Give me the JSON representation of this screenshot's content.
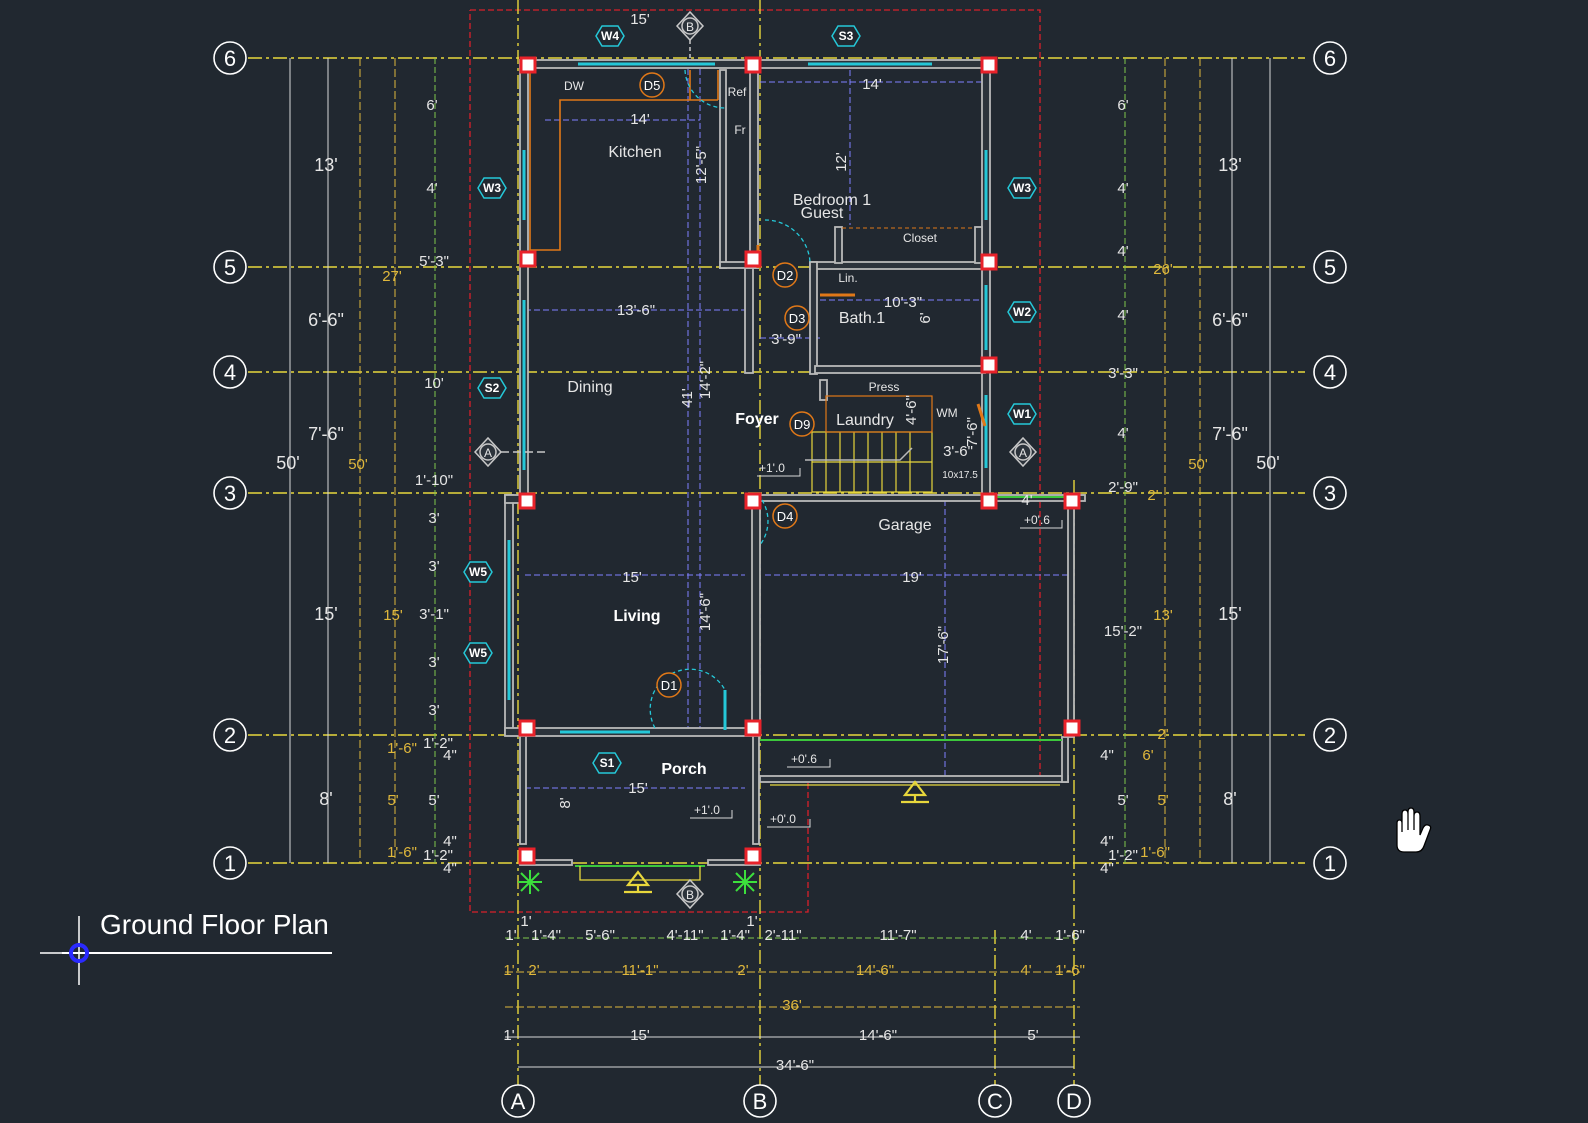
{
  "title": "Ground Floor Plan",
  "colors": {
    "background": "#212830",
    "wall": "#b9b9b9",
    "wall_fill": "#2c333b",
    "grid_line": "#e8d73c",
    "dim_white": "#e6e6e6",
    "dim_yellow": "#e0b83c",
    "dim_green": "#7ec84c",
    "window": "#25c8d8",
    "door": "#e07818",
    "column": "#e8222a",
    "plot_boundary": "#d8202a",
    "guide_purple": "#8080ff"
  },
  "grid": {
    "rows": [
      "6",
      "5",
      "4",
      "3",
      "2",
      "1"
    ],
    "columns": [
      "A",
      "B",
      "C",
      "D"
    ]
  },
  "section_markers": [
    "A",
    "B"
  ],
  "rooms": {
    "kitchen": "Kitchen",
    "bedroom": "Bedroom 1",
    "bedroom_sub": "Guest",
    "closet": "Closet",
    "linen": "Lin.",
    "bath": "Bath.1",
    "dining": "Dining",
    "foyer": "Foyer",
    "press": "Press",
    "laundry": "Laundry",
    "wm": "WM",
    "garage": "Garage",
    "living": "Living",
    "porch": "Porch",
    "dw": "DW",
    "ref": "Ref",
    "fr": "Fr",
    "stair_size": "10x17.5"
  },
  "doors": [
    "D5",
    "D2",
    "D3",
    "D9",
    "D4",
    "D1"
  ],
  "windows": [
    "W4",
    "S3",
    "W3",
    "W3",
    "W2",
    "S2",
    "W1",
    "W5",
    "W5",
    "S1"
  ],
  "levels": [
    "+1'.0",
    "+0'.6",
    "+0'.6",
    "+1'.0",
    "+0'.0"
  ],
  "inner_dims": {
    "w4": "15'",
    "kitchen_w": "14'",
    "bedroom_w": "14'",
    "kitchen_h": "12'-5\"",
    "bedroom_h": "12'",
    "dining_w": "13'-6\"",
    "bath_w": "10'-3\"",
    "bath_h": "6'",
    "foyer_w": "3'-9\"",
    "overall_v": "41'",
    "dining_h": "14'-2\"",
    "laundry_h": "4'-6\"",
    "stair_h": "7'-6\"",
    "stair_w": "3'-6\"",
    "garage_top": "4'",
    "living_w": "15'",
    "garage_w": "19'",
    "living_h": "14'-6\"",
    "garage_h": "17'-6\"",
    "porch_w": "15'",
    "porch_h": "8'"
  },
  "left_dims": {
    "outer": "50'",
    "col13": "13'",
    "col6_6": "6'-6\"",
    "col7_6": "7'-6\"",
    "col15": "15'",
    "col8": "8'",
    "y27": "27'",
    "y50": "50'",
    "y15": "15'",
    "y5": "5'",
    "y1_6a": "1'-6\"",
    "y1_6b": "1'-6\"",
    "g6": "6'",
    "g4": "4'",
    "g5_3": "5'-3\"",
    "g10": "10'",
    "g1_10": "1'-10\"",
    "g3a": "3'",
    "g3b": "3'",
    "g3_1": "3'-1\"",
    "g3c": "3'",
    "g3d": "3'",
    "g1_2a": "1'-2\"",
    "g4in_a": "4\"",
    "g5": "5'",
    "g4in_b": "4\"",
    "g1_2b": "1'-2\"",
    "g4in_c": "4\""
  },
  "right_dims": {
    "outer": "50'",
    "col13": "13'",
    "col6_6": "6'-6\"",
    "col7_6": "7'-6\"",
    "col15": "15'",
    "col8": "8'",
    "y26": "26'",
    "y50": "50'",
    "y2a": "2'",
    "y13": "13'",
    "y2b": "2'",
    "y6": "6'",
    "y5": "5'",
    "y1_6": "1'-6\"",
    "g6": "6'",
    "g4a": "4'",
    "g4b": "4'",
    "g4c": "4'",
    "g3_3": "3'-3\"",
    "g4d": "4'",
    "g2_9": "2'-9\"",
    "g15_2": "15'-2\"",
    "g4in_a": "4\"",
    "g5": "5'",
    "g4in_b": "4\"",
    "g1_2": "1'-2\"",
    "g4in_c": "4\""
  },
  "bottom_dims": {
    "row1": [
      "1'",
      "1'",
      "1'-4\"",
      "5'-6\"",
      "4'-11\"",
      "1'-4\"",
      "1'",
      "2'-11\"",
      "11'-7\"",
      "4'",
      "1'-6\""
    ],
    "row2": [
      "1'",
      "2'",
      "11'-1\"",
      "2'",
      "14'-6\"",
      "4'",
      "1'-6\""
    ],
    "row3": [
      "36'"
    ],
    "row4": [
      "1'",
      "15'",
      "14'-6\"",
      "5'"
    ],
    "row5": [
      "34'-6\""
    ]
  }
}
